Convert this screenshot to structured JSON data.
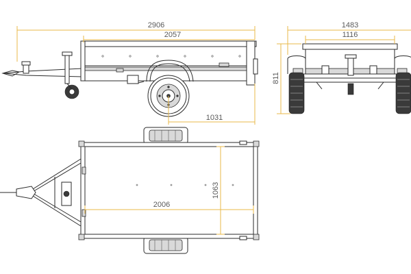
{
  "dimensions": {
    "overall_length": "2906",
    "box_length_side": "2057",
    "axle_to_rear": "1031",
    "overall_width": "1483",
    "box_width": "1116",
    "height": "811",
    "box_length_top": "2006",
    "box_width_top": "1063"
  },
  "colors": {
    "dimension_line": "#e8b84a",
    "drawing_line": "#2a2a2a",
    "background": "#ffffff"
  }
}
